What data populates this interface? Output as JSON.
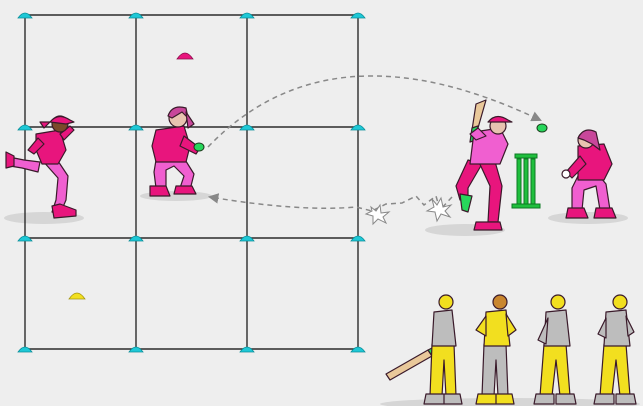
{
  "scene": {
    "background": "#eeeeee",
    "grid": {
      "rows": 3,
      "cols": 3,
      "line_color": "#2b2b2b",
      "cone_color": "#1ec8d6"
    },
    "markers": [
      {
        "name": "marker-cone-pink",
        "color": "#e8157d"
      },
      {
        "name": "marker-cone-yellow",
        "color": "#f2df1f"
      }
    ],
    "players": {
      "runner": {
        "role": "fielder-running",
        "shirt": "#e8157d",
        "pants": "#f05fd0"
      },
      "catcher": {
        "role": "fielder-catching",
        "shirt": "#e8157d",
        "pants": "#f05fd0"
      },
      "batter": {
        "role": "batter",
        "shirt": "#f05fd0",
        "pants": "#e8157d"
      },
      "keeper": {
        "role": "wicket-keeper",
        "shirt": "#e8157d",
        "pants": "#f05fd0"
      },
      "waiting": [
        {
          "role": "waiting-batter-1",
          "shirt": "#bdbdbd",
          "pants": "#f2df1f",
          "has_bat": true
        },
        {
          "role": "waiting-batter-2",
          "shirt": "#f2df1f",
          "pants": "#bdbdbd",
          "has_bat": false
        },
        {
          "role": "waiting-batter-3",
          "shirt": "#bdbdbd",
          "pants": "#f2df1f",
          "has_bat": false
        },
        {
          "role": "waiting-batter-4",
          "shirt": "#bdbdbd",
          "pants": "#f2df1f",
          "has_bat": false
        }
      ]
    },
    "ball_color": "#27d65b",
    "stumps_color": "#1fbf3d",
    "path_color": "#888888"
  }
}
